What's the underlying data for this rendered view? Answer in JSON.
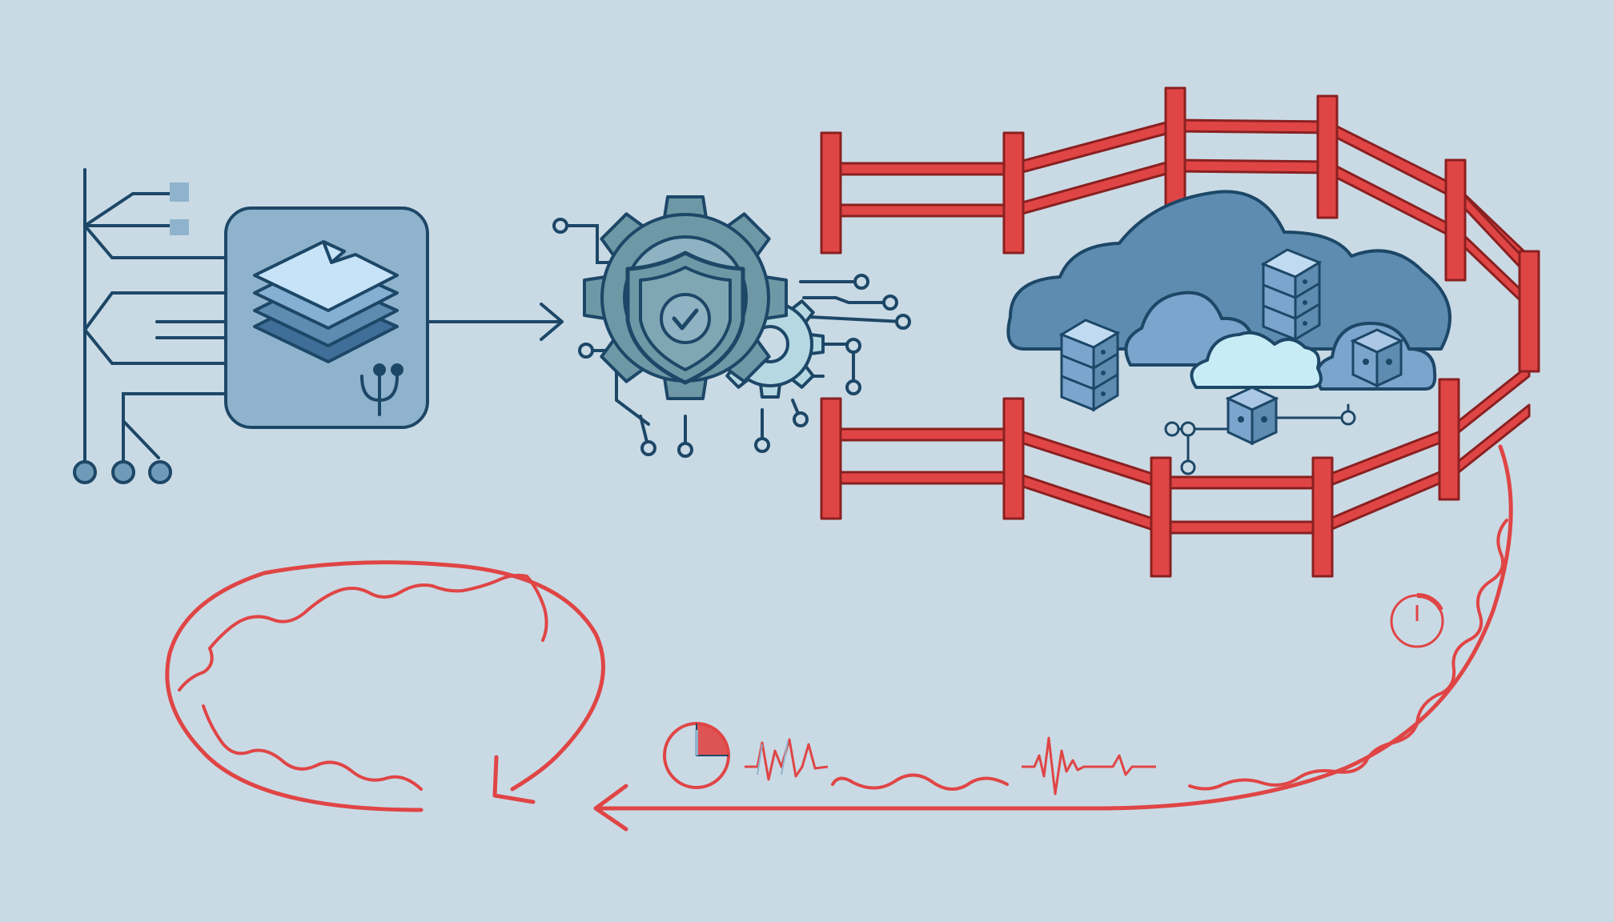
{
  "diagram": {
    "nodes": [
      {
        "id": "data-source",
        "icon": "layered-data-stack-icon"
      },
      {
        "id": "security-processing",
        "icon": "gear-shield-check-icon"
      },
      {
        "id": "protected-cloud",
        "icon": "cloud-servers-icon"
      }
    ],
    "edges": [
      {
        "from": "data-source",
        "to": "security-processing",
        "style": "arrow"
      },
      {
        "from": "protected-cloud",
        "to": "loop",
        "style": "wavy-feedback-arrow"
      }
    ],
    "boundary": {
      "name": "fence-enclosure",
      "color": "#e04545"
    },
    "monitoring": [
      "gauge-icon",
      "pulse-signal-icon"
    ]
  },
  "colors": {
    "background": "#c9dae5",
    "outline": "#1d4767",
    "panel": "#8fb3cc",
    "gear": "#6e98a6",
    "cloud": "#5d8cb0",
    "accent_red": "#e04545",
    "server_light": "#aac8e6",
    "pale_cyan": "#c8ecf6"
  }
}
